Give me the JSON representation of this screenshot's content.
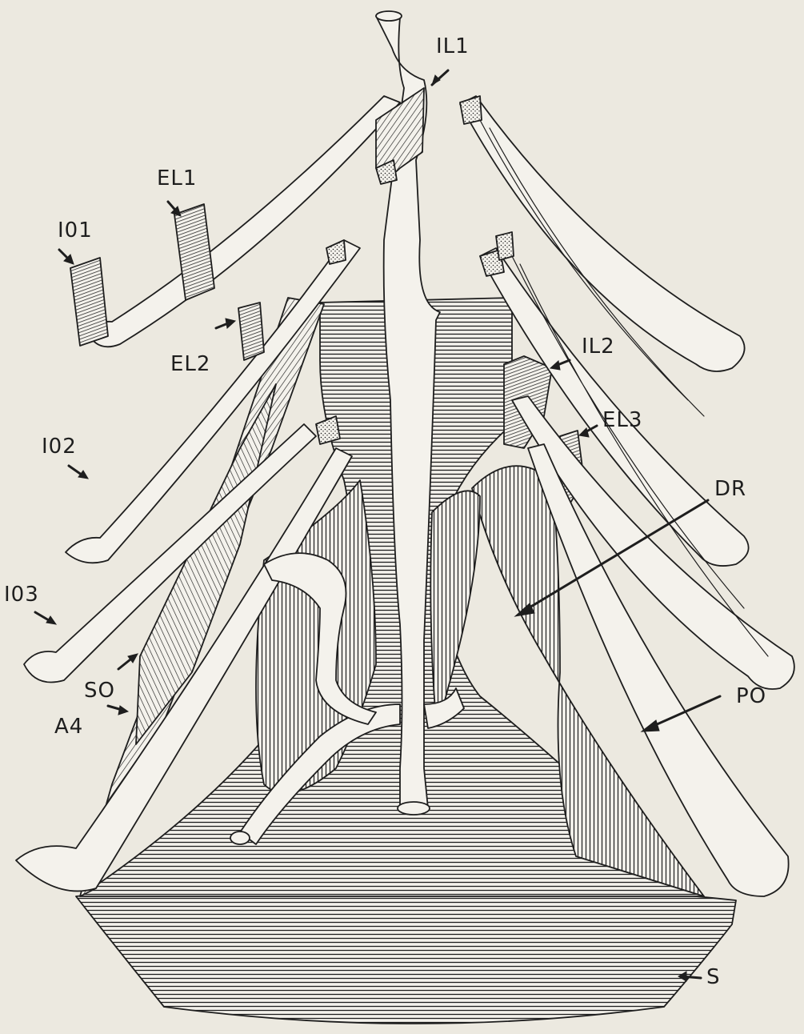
{
  "figure": {
    "background": "#ece9e0",
    "ink": "#1e1e1e",
    "labels": {
      "il1": "IL1",
      "el1": "EL1",
      "io1": "I01",
      "el2": "EL2",
      "il2": "IL2",
      "el3": "EL3",
      "io2": "I02",
      "dr": "DR",
      "io3": "I03",
      "so": "SO",
      "po": "PO",
      "a4": "A4",
      "s": "S"
    },
    "pointer_style": {
      "arrow-il1": "short-arrow",
      "arrow-el1": "short-arrow",
      "arrow-io1": "short-arrow",
      "arrow-el2": "short-arrow",
      "arrow-il2": "short-arrow",
      "arrow-el3": "short-arrow",
      "arrow-io2": "short-arrow",
      "arrow-dr": "long-arrow",
      "arrow-io3": "short-arrow",
      "arrow-so": "short-arrow",
      "arrow-po": "long-arrow",
      "arrow-a4": "short-arrow",
      "arrow-s": "short-arrow"
    }
  }
}
